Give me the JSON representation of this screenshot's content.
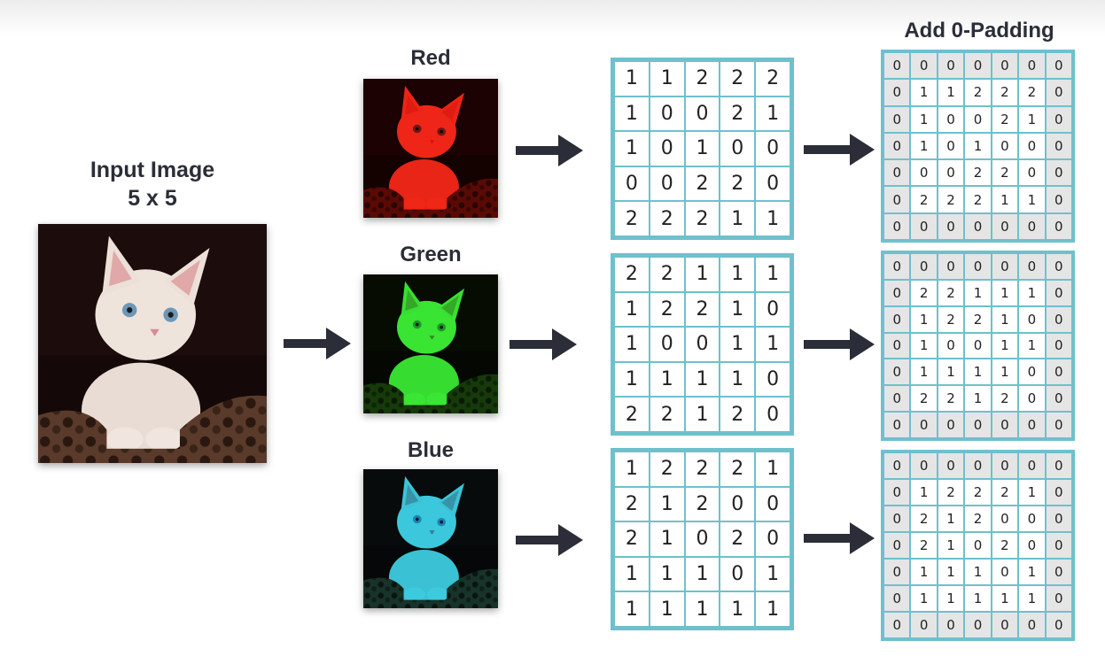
{
  "colors": {
    "accent": "#6fc0cc",
    "arrow": "#2b2d38",
    "pad_cell": "#e5e5e5"
  },
  "labels": {
    "input_line1": "Input Image",
    "input_line2": "5 x 5",
    "red": "Red",
    "green": "Green",
    "blue": "Blue",
    "padding": "Add 0-Padding"
  },
  "icons": [
    "kitten-photo",
    "red-channel-photo",
    "green-channel-photo",
    "blue-channel-photo",
    "right-arrow-icon"
  ],
  "channels": [
    {
      "name": "red",
      "matrix": [
        [
          1,
          1,
          2,
          2,
          2
        ],
        [
          1,
          0,
          0,
          2,
          1
        ],
        [
          1,
          0,
          1,
          0,
          0
        ],
        [
          0,
          0,
          2,
          2,
          0
        ],
        [
          2,
          2,
          2,
          1,
          1
        ]
      ],
      "padded": [
        [
          0,
          0,
          0,
          0,
          0,
          0,
          0
        ],
        [
          0,
          1,
          1,
          2,
          2,
          2,
          0
        ],
        [
          0,
          1,
          0,
          0,
          2,
          1,
          0
        ],
        [
          0,
          1,
          0,
          1,
          0,
          0,
          0
        ],
        [
          0,
          0,
          0,
          2,
          2,
          0,
          0
        ],
        [
          0,
          2,
          2,
          2,
          1,
          1,
          0
        ],
        [
          0,
          0,
          0,
          0,
          0,
          0,
          0
        ]
      ]
    },
    {
      "name": "green",
      "matrix": [
        [
          2,
          2,
          1,
          1,
          1
        ],
        [
          1,
          2,
          2,
          1,
          0
        ],
        [
          1,
          0,
          0,
          1,
          1
        ],
        [
          1,
          1,
          1,
          1,
          0
        ],
        [
          2,
          2,
          1,
          2,
          0
        ]
      ],
      "padded": [
        [
          0,
          0,
          0,
          0,
          0,
          0,
          0
        ],
        [
          0,
          2,
          2,
          1,
          1,
          1,
          0
        ],
        [
          0,
          1,
          2,
          2,
          1,
          0,
          0
        ],
        [
          0,
          1,
          0,
          0,
          1,
          1,
          0
        ],
        [
          0,
          1,
          1,
          1,
          1,
          0,
          0
        ],
        [
          0,
          2,
          2,
          1,
          2,
          0,
          0
        ],
        [
          0,
          0,
          0,
          0,
          0,
          0,
          0
        ]
      ]
    },
    {
      "name": "blue",
      "matrix": [
        [
          1,
          2,
          2,
          2,
          1
        ],
        [
          2,
          1,
          2,
          0,
          0
        ],
        [
          2,
          1,
          0,
          2,
          0
        ],
        [
          1,
          1,
          1,
          0,
          1
        ],
        [
          1,
          1,
          1,
          1,
          1
        ]
      ],
      "padded": [
        [
          0,
          0,
          0,
          0,
          0,
          0,
          0
        ],
        [
          0,
          1,
          2,
          2,
          2,
          1,
          0
        ],
        [
          0,
          2,
          1,
          2,
          0,
          0,
          0
        ],
        [
          0,
          2,
          1,
          0,
          2,
          0,
          0
        ],
        [
          0,
          1,
          1,
          1,
          0,
          1,
          0
        ],
        [
          0,
          1,
          1,
          1,
          1,
          1,
          0
        ],
        [
          0,
          0,
          0,
          0,
          0,
          0,
          0
        ]
      ]
    }
  ]
}
